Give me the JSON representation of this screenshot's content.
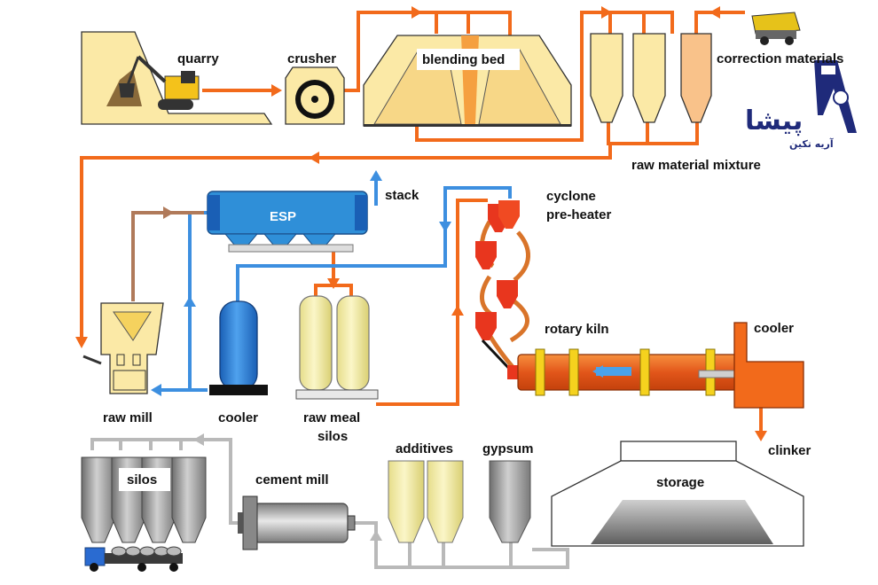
{
  "labels": {
    "quarry": "quarry",
    "crusher": "crusher",
    "blending_bed": "blending bed",
    "correction_materials": "correction materials",
    "raw_material_mixture": "raw material mixture",
    "stack": "stack",
    "esp": "ESP",
    "cyclone_line1": "cyclone",
    "cyclone_line2": "pre-heater",
    "raw_mill": "raw mill",
    "cooler_left": "cooler",
    "raw_meal_line1": "raw meal",
    "raw_meal_line2": "silos",
    "rotary_kiln": "rotary kiln",
    "cooler_right": "cooler",
    "clinker": "clinker",
    "storage": "storage",
    "additives": "additives",
    "gypsum": "gypsum",
    "cement_mill": "cement mill",
    "silos": "silos"
  },
  "logo": {
    "main": "پیشا",
    "sub": "آریه تکین"
  },
  "colors": {
    "raw_flow": "#f26a1b",
    "gas_flow": "#3d8fe0",
    "return_flow": "#b07a5a",
    "cement_flow": "#b9b9b9",
    "raw_fill": "#fbe9a6",
    "kiln": "#f26a1b",
    "kiln_band": "#f5d21e",
    "esp": "#2f8fd8",
    "silo_grey": "#8c8c8c",
    "logo_blue": "#1f2a7a"
  }
}
